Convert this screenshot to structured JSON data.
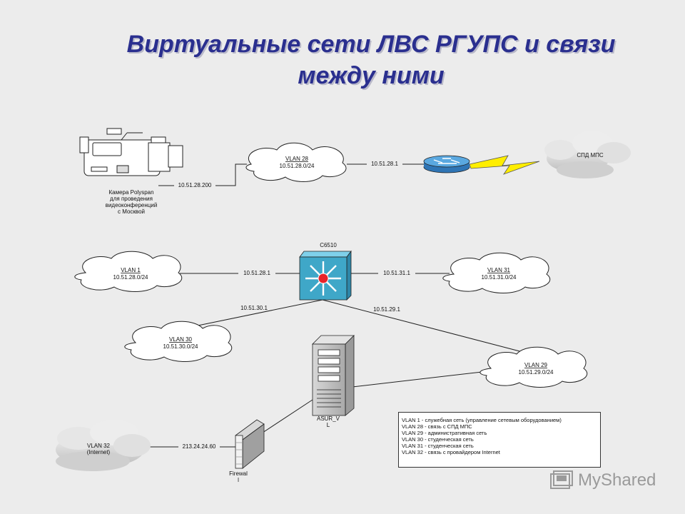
{
  "title": {
    "line1": "Виртуальные сети ЛВС РГУПС и связи",
    "line2": "между ними"
  },
  "camera": {
    "caption": [
      "Камера Polyspan",
      "для проведения",
      "видеоконференций",
      "с Москвой"
    ]
  },
  "links": {
    "cam_vlan28": "10.51.28.200",
    "vlan28_router": "10.51.28.1",
    "vlan1_switch": "10.51.28.1",
    "switch_vlan31": "10.51.31.1",
    "switch_vlan30": "10.51.30.1",
    "switch_vlan29": "10.51.29.1",
    "vlan32_firewall": "213.24.24.60"
  },
  "clouds": {
    "vlan28": {
      "name": "VLAN 28",
      "net": "10.51.28.0/24"
    },
    "vlan1": {
      "name": "VLAN 1",
      "net": "10.51.28.0/24"
    },
    "vlan31": {
      "name": "VLAN 31",
      "net": "10.51.31.0/24"
    },
    "vlan30": {
      "name": "VLAN 30",
      "net": "10.51.30.0/24"
    },
    "vlan29": {
      "name": "VLAN 29",
      "net": "10.51.29.0/24"
    },
    "vlan32": {
      "name": "VLAN 32",
      "net": "(Internet)"
    },
    "spd": {
      "name": "СПД МПС"
    }
  },
  "switch": {
    "label": "C6510"
  },
  "server": {
    "label_1": "ASUR_V",
    "label_2": "L"
  },
  "firewall": {
    "label_1": "Firewal",
    "label_2": "l"
  },
  "legend": [
    "VLAN 1 - служебная сеть (управление сетевым оборудованием)",
    "VLAN 28 - связь с СПД МПС",
    "VLAN 29 - административная сеть",
    "VLAN 30 - студенческая сеть",
    "VLAN 31 - студенческая сеть",
    "VLAN 32 - связь с провайдером Internet"
  ],
  "watermark": {
    "text": "MyShared"
  },
  "colors": {
    "title": "#2a2f8f",
    "switch": "#3fa7c8",
    "router": "#3b8fd0",
    "lightning": "#ffee00",
    "hub_center": "#e8232a"
  }
}
